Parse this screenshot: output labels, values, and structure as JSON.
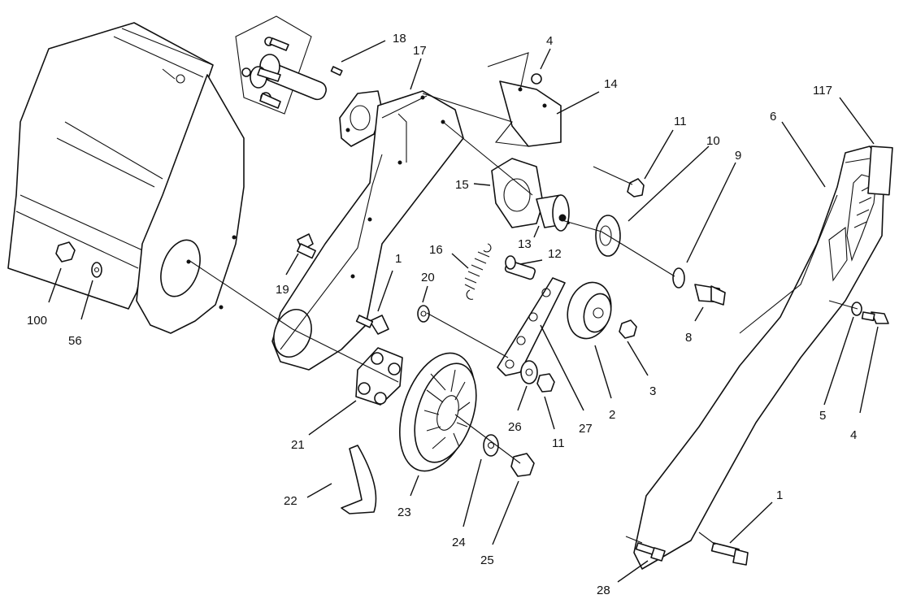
{
  "callouts": [
    {
      "id": "c18",
      "text": "18"
    },
    {
      "id": "c17",
      "text": "17"
    },
    {
      "id": "c4a",
      "text": "4"
    },
    {
      "id": "c14",
      "text": "14"
    },
    {
      "id": "c117",
      "text": "117"
    },
    {
      "id": "c6",
      "text": "6"
    },
    {
      "id": "c11a",
      "text": "11"
    },
    {
      "id": "c10",
      "text": "10"
    },
    {
      "id": "c9",
      "text": "9"
    },
    {
      "id": "c15",
      "text": "15"
    },
    {
      "id": "c13",
      "text": "13"
    },
    {
      "id": "c16",
      "text": "16"
    },
    {
      "id": "c12",
      "text": "12"
    },
    {
      "id": "c20",
      "text": "20"
    },
    {
      "id": "c19",
      "text": "19"
    },
    {
      "id": "c1a",
      "text": "1"
    },
    {
      "id": "c100",
      "text": "100"
    },
    {
      "id": "c56",
      "text": "56"
    },
    {
      "id": "c8",
      "text": "8"
    },
    {
      "id": "c5",
      "text": "5"
    },
    {
      "id": "c4b",
      "text": "4"
    },
    {
      "id": "c3",
      "text": "3"
    },
    {
      "id": "c2",
      "text": "2"
    },
    {
      "id": "c27",
      "text": "27"
    },
    {
      "id": "c26",
      "text": "26"
    },
    {
      "id": "c11b",
      "text": "11"
    },
    {
      "id": "c21",
      "text": "21"
    },
    {
      "id": "c22",
      "text": "22"
    },
    {
      "id": "c23",
      "text": "23"
    },
    {
      "id": "c24",
      "text": "24"
    },
    {
      "id": "c25",
      "text": "25"
    },
    {
      "id": "c1b",
      "text": "1"
    },
    {
      "id": "c28",
      "text": "28"
    }
  ]
}
